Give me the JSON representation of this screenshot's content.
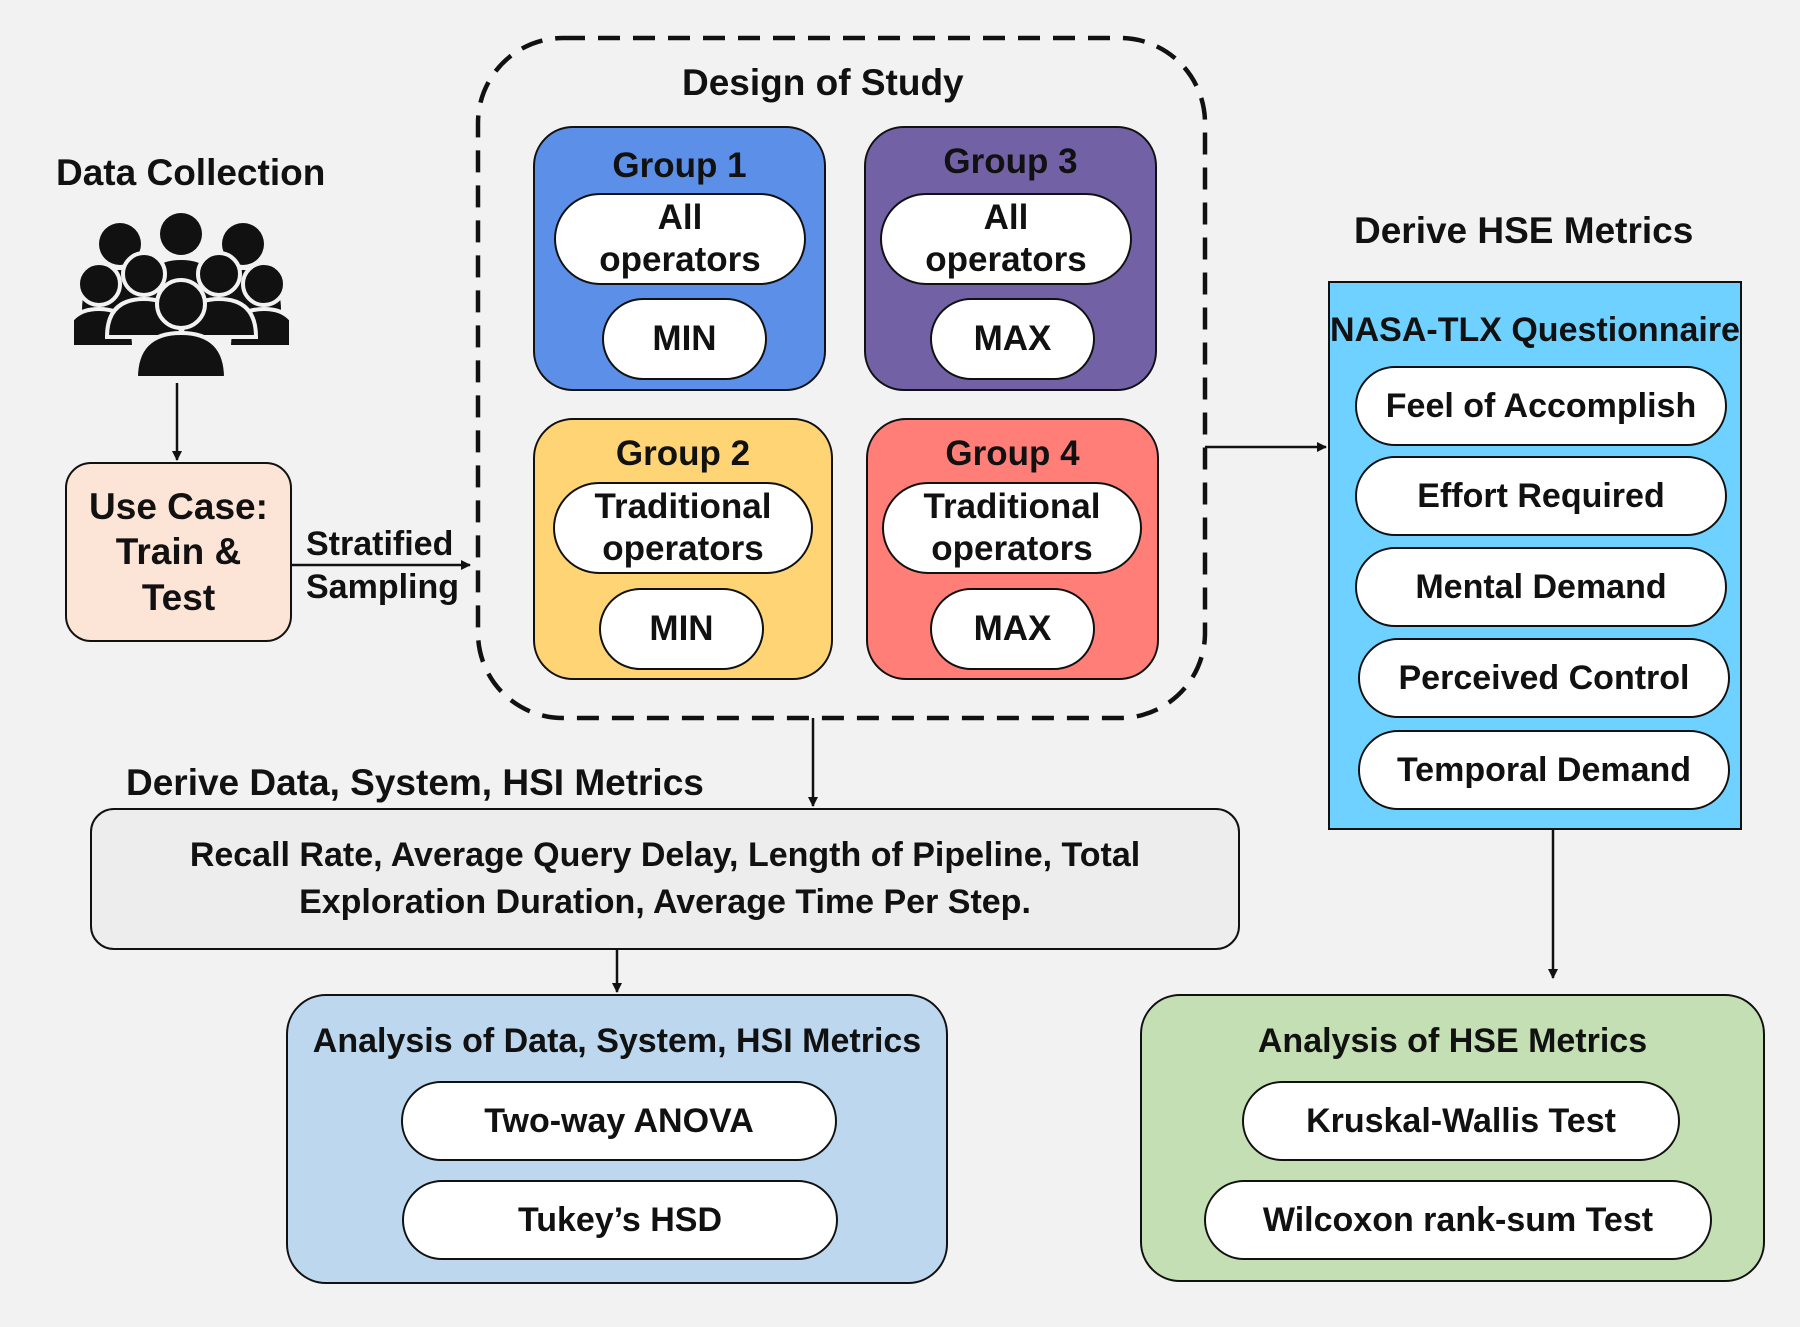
{
  "data_collection": {
    "title": "Data Collection",
    "icon": "people-group-icon"
  },
  "use_case": {
    "line1": "Use Case:",
    "line2": "Train &",
    "line3": "Test"
  },
  "sampling_label": {
    "line1": "Stratified",
    "line2": "Sampling"
  },
  "design_of_study": {
    "title": "Design of Study",
    "groups": [
      {
        "label": "Group 1",
        "operators_line1": "All",
        "operators_line2": "operators",
        "setting": "MIN",
        "color": "#5b8fe8"
      },
      {
        "label": "Group 3",
        "operators_line1": "All",
        "operators_line2": "operators",
        "setting": "MAX",
        "color": "#7361a5"
      },
      {
        "label": "Group 2",
        "operators_line1": "Traditional",
        "operators_line2": "operators",
        "setting": "MIN",
        "color": "#ffd475"
      },
      {
        "label": "Group 4",
        "operators_line1": "Traditional",
        "operators_line2": "operators",
        "setting": "MAX",
        "color": "#ff7f78"
      }
    ]
  },
  "hse_metrics": {
    "title": "Derive HSE Metrics",
    "questionnaire": "NASA-TLX Questionnaire",
    "color": "#6fd1ff",
    "items": [
      "Feel of Accomplish",
      "Effort Required",
      "Mental Demand",
      "Perceived Control",
      "Temporal Demand"
    ]
  },
  "system_metrics": {
    "title": "Derive Data, System, HSI Metrics",
    "line1": "Recall Rate, Average Query Delay, Length of Pipeline, Total",
    "line2": "Exploration Duration, Average Time Per Step."
  },
  "analysis_system": {
    "title": "Analysis of Data, System, HSI Metrics",
    "color": "#bdd7ee",
    "tests": [
      "Two-way ANOVA",
      "Tukey’s HSD"
    ]
  },
  "analysis_hse": {
    "title": "Analysis of HSE Metrics",
    "color": "#c5dfb4",
    "tests": [
      "Kruskal-Wallis Test",
      "Wilcoxon rank-sum Test"
    ]
  }
}
